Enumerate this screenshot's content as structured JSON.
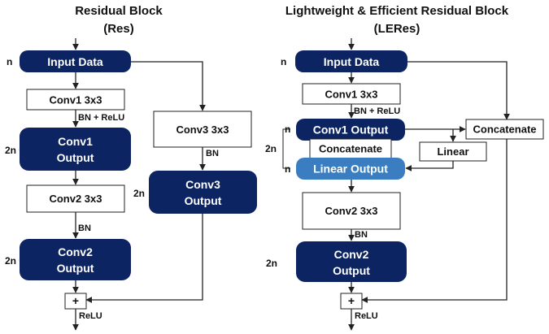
{
  "colors": {
    "navy": "#0c2461",
    "light_blue": "#3a7dc0",
    "line": "#222222",
    "white": "#ffffff"
  },
  "left": {
    "title": "Residual Block",
    "subtitle": "(Res)",
    "input": "Input Data",
    "conv1": "Conv1 3x3",
    "act1": "BN + ReLU",
    "conv1_out_l1": "Conv1",
    "conv1_out_l2": "Output",
    "conv2": "Conv2 3x3",
    "act2": "BN",
    "conv2_out_l1": "Conv2",
    "conv2_out_l2": "Output",
    "conv3": "Conv3 3x3",
    "act3": "BN",
    "conv3_out_l1": "Conv3",
    "conv3_out_l2": "Output",
    "plus": "+",
    "relu": "ReLU",
    "n_input": "n",
    "n_conv1": "2n",
    "n_conv2": "2n",
    "n_conv3": "2n"
  },
  "right": {
    "title": "Lightweight & Efficient Residual Block",
    "subtitle": "(LERes)",
    "input": "Input Data",
    "conv1": "Conv1 3x3",
    "act1": "BN + ReLU",
    "conv1_out": "Conv1 Output",
    "linear_out": "Linear Output",
    "concat_inner": "Concatenate",
    "concat_outer": "Concatenate",
    "linear": "Linear",
    "conv2": "Conv2 3x3",
    "act2": "BN",
    "conv2_out_l1": "Conv2",
    "conv2_out_l2": "Output",
    "plus": "+",
    "relu": "ReLU",
    "n_input": "n",
    "n_conv1_out": "n",
    "n_linear_out": "n",
    "n_bracket": "2n",
    "n_conv2": "2n"
  }
}
